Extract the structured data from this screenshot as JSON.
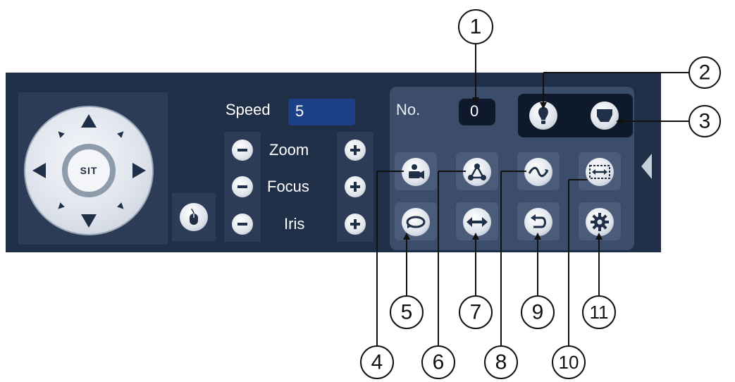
{
  "ptz": {
    "center_button": "SIT",
    "speed_label": "Speed",
    "speed_value": "5",
    "controls": [
      {
        "label": "Zoom"
      },
      {
        "label": "Focus"
      },
      {
        "label": "Iris"
      }
    ],
    "preset_label": "No.",
    "preset_value": "0"
  },
  "icons": {
    "mouse": "mouse-icon",
    "light": "light-bulb-icon",
    "wiper": "wiper-icon",
    "preset": "camera-preset-icon",
    "tour": "tour-icon",
    "pattern": "pattern-icon",
    "scan": "scan-icon",
    "rotate": "rotate-icon",
    "pan": "pan-icon",
    "flip": "flip-icon",
    "reset": "reset-icon",
    "settings": "gear-icon"
  },
  "callouts": [
    "1",
    "2",
    "3",
    "4",
    "5",
    "6",
    "7",
    "8",
    "9",
    "10",
    "11"
  ],
  "colors": {
    "panel": "#1f2f47",
    "speed_field": "#1d3f86"
  }
}
